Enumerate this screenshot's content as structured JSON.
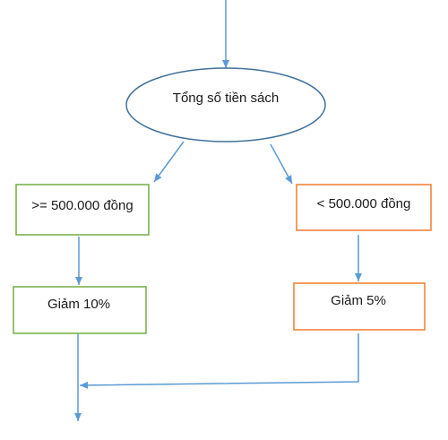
{
  "diagram": {
    "nodes": {
      "start": {
        "label": "Tổng số tiền sách",
        "shape": "ellipse",
        "stroke": "#41719c"
      },
      "ge": {
        "label": ">= 500.000 đồng",
        "shape": "rect",
        "stroke": "#70ad47"
      },
      "lt": {
        "label": "< 500.000 đồng",
        "shape": "rect",
        "stroke": "#ed7d31"
      },
      "d10": {
        "label": "Giảm 10%",
        "shape": "rect",
        "stroke": "#70ad47"
      },
      "d5": {
        "label": "Giảm 5%",
        "shape": "rect",
        "stroke": "#ed7d31"
      }
    },
    "connector_color": "#5b9bd5"
  }
}
